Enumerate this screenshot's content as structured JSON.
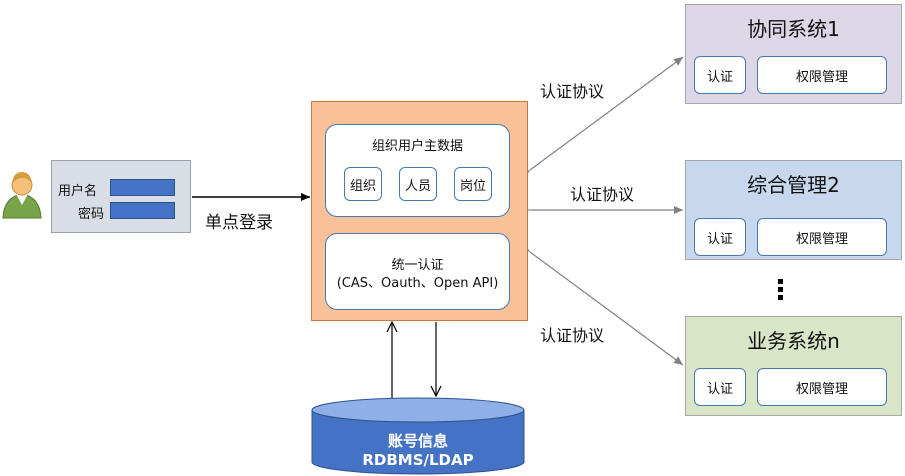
{
  "login": {
    "username_label": "用户名",
    "password_label": "密码"
  },
  "sso_label": "单点登录",
  "core": {
    "master_data_title": "组织用户主数据",
    "items": [
      "组织",
      "人员",
      "岗位"
    ],
    "auth_title": "统一认证",
    "auth_subtitle": "(CAS、Oauth、Open API)"
  },
  "protocol_label": "认证协议",
  "systems": [
    {
      "title": "协同系统1",
      "auth": "认证",
      "perm": "权限管理",
      "color": "#dcd6e6"
    },
    {
      "title": "综合管理2",
      "auth": "认证",
      "perm": "权限管理",
      "color": "#c6d7ee"
    },
    {
      "title": "业务系统n",
      "auth": "认证",
      "perm": "权限管理",
      "color": "#d8e5c6"
    }
  ],
  "database": {
    "line1": "账号信息",
    "line2": "RDBMS/LDAP",
    "color": "#4472c4"
  }
}
